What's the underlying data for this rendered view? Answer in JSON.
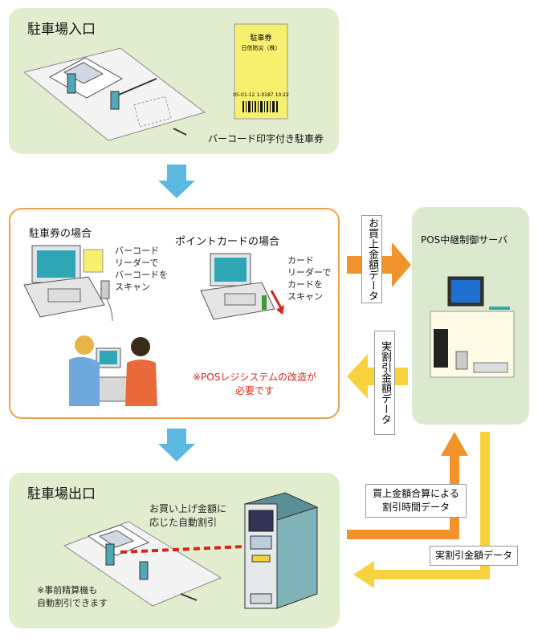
{
  "entrance": {
    "title": "駐車場入口",
    "ticket_caption": "バーコード印字付き駐車券",
    "ticket": {
      "title": "駐車券",
      "company": "日信防災（株）",
      "code_line": "05-01-12  1-0187  10:22"
    }
  },
  "pos": {
    "ticket_case_title": "駐車券の場合",
    "ticket_case_text": "バーコード\nリーダーで\nバーコードを\nスキャン",
    "card_case_title": "ポイントカードの場合",
    "card_case_text": "カード\nリーダーで\nカードを\nスキャン",
    "note": "※POSレジシステムの改造が\n必要です"
  },
  "server": {
    "title": "POS中継制御サーバ"
  },
  "flows": {
    "purchase_data": "お買上金額データ",
    "discount_data": "実割引金額データ",
    "discount_time_data": "買上金額合算による\n割引時間データ",
    "actual_discount_data": "実割引金額データ"
  },
  "exit": {
    "title": "駐車場出口",
    "auto_discount": "お買い上げ金額に\n応じた自動割引",
    "footnote": "※事前精算機も\n自動割引できます"
  },
  "colors": {
    "panel_green": "#e2edcf",
    "arrow_blue": "#5bb8e0",
    "arrow_orange": "#f0932b",
    "arrow_yellow": "#f7d23e",
    "note_red": "#d7261b"
  }
}
